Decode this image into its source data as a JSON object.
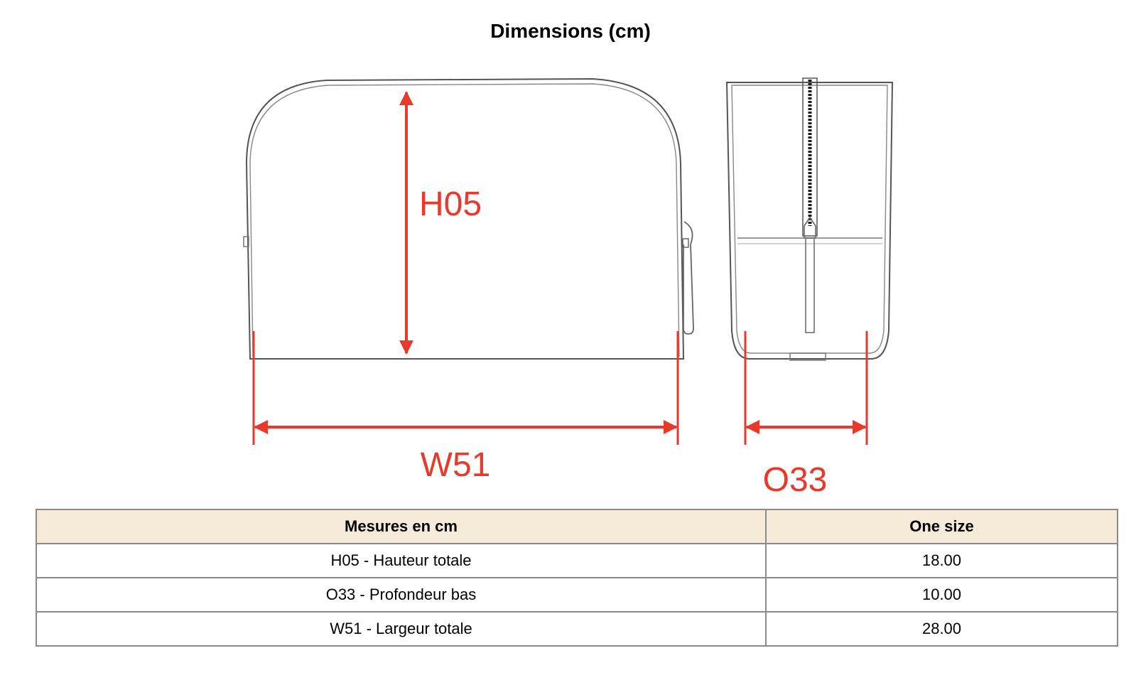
{
  "title": "Dimensions (cm)",
  "diagram": {
    "labels": {
      "height": "H05",
      "width": "W51",
      "depth": "O33"
    },
    "colors": {
      "dimension_red": "#e8392a",
      "outline": "#555555"
    }
  },
  "table": {
    "headers": [
      "Mesures en cm",
      "One size"
    ],
    "rows": [
      {
        "measure": "H05 - Hauteur totale",
        "value": "18.00"
      },
      {
        "measure": "O33 - Profondeur bas",
        "value": "10.00"
      },
      {
        "measure": "W51 - Largeur totale",
        "value": "28.00"
      }
    ],
    "header_bg": "#f6ead8",
    "border": "#8a8a8a"
  }
}
